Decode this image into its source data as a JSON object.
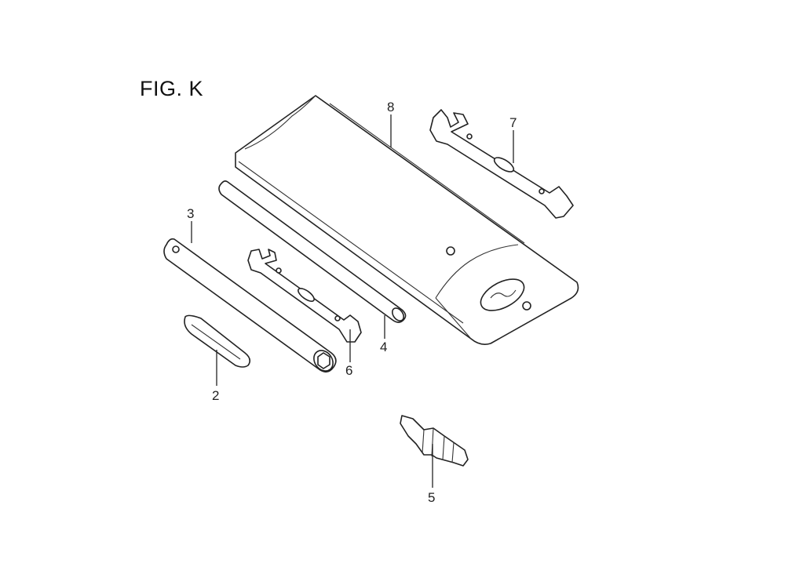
{
  "figure": {
    "title": "FIG. K"
  },
  "callouts": {
    "p2": "2",
    "p3": "3",
    "p4": "4",
    "p5": "5",
    "p6": "6",
    "p7": "7",
    "p8": "8"
  }
}
